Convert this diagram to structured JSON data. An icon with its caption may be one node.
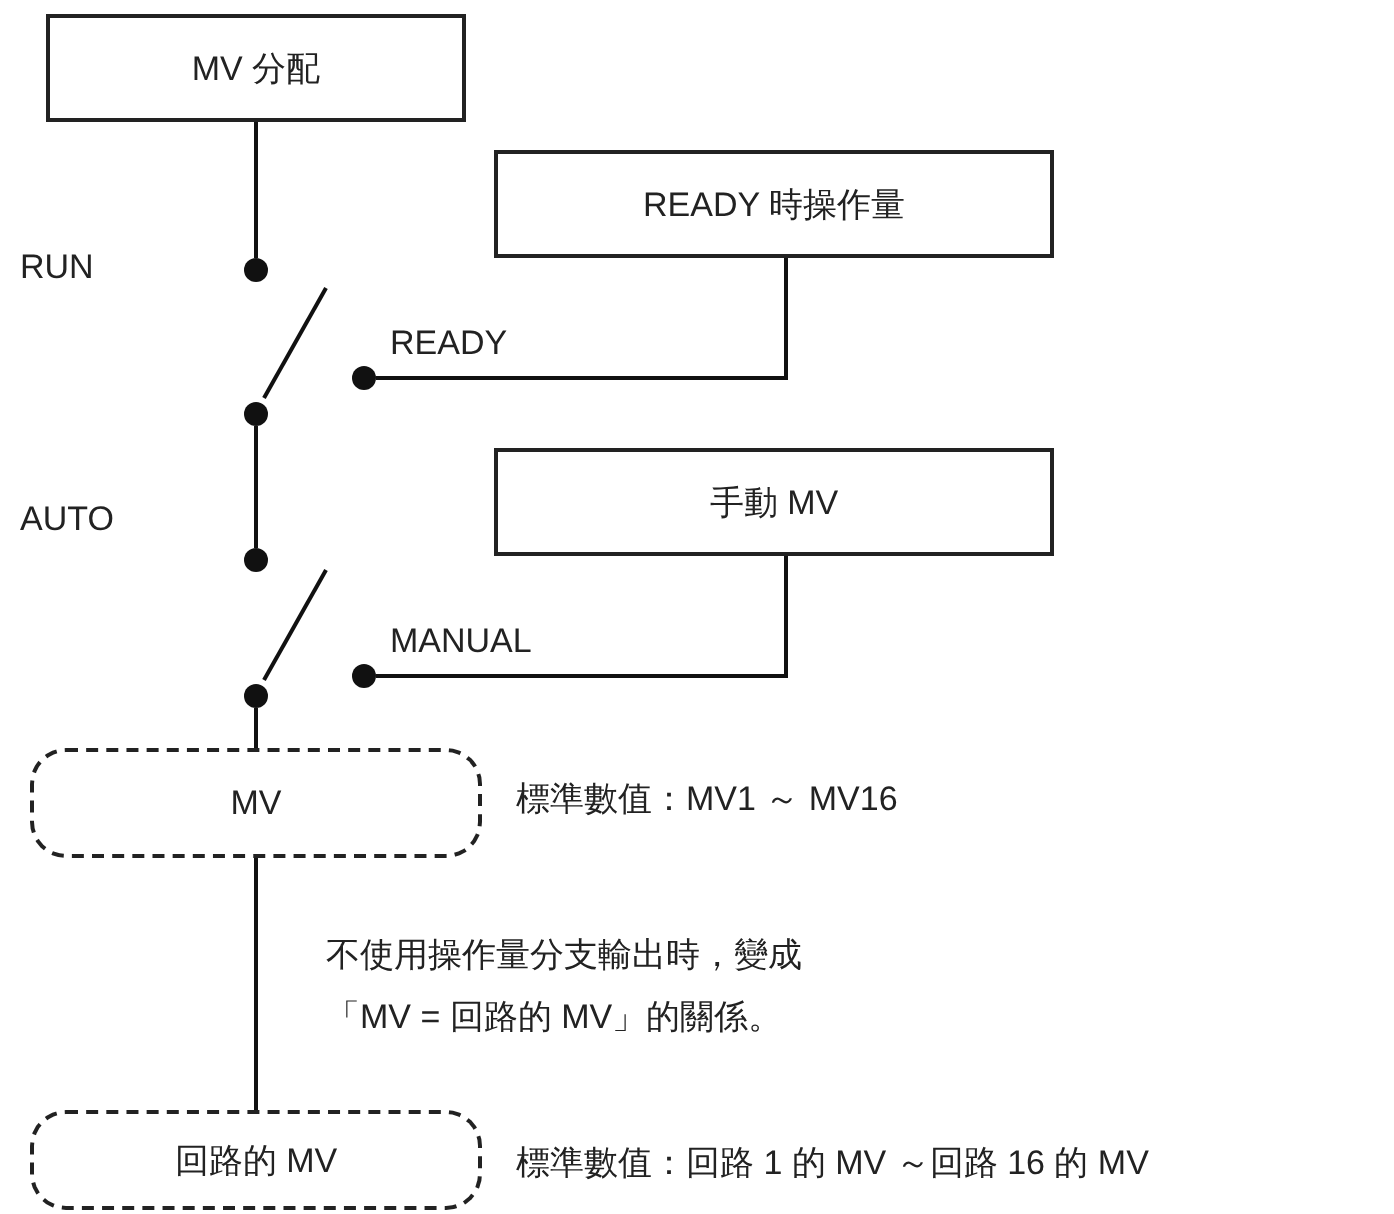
{
  "diagram": {
    "nodes": [
      {
        "text": [
          "MV 分配"
        ]
      },
      {
        "text": [
          "READY 時操作量"
        ]
      },
      {
        "text": [
          "手動 MV"
        ]
      },
      {
        "text": [
          "MV"
        ],
        "beside": [
          "標準數值：MV1 ～ MV16"
        ]
      },
      {
        "text": [
          "回路的 MV"
        ],
        "beside": [
          "標準數值：回路 1 的 MV ～回路 16 的 MV"
        ]
      },
      {
        "text": [],
        "shape": "circle"
      },
      {
        "text": [],
        "shape": "circle"
      },
      {
        "text": [],
        "shape": "circle"
      },
      {
        "text": [],
        "shape": "circle"
      },
      {
        "text": [],
        "shape": "circle"
      },
      {
        "text": [],
        "shape": "circle"
      }
    ],
    "edges": [
      {
        "from": 0,
        "to": 5,
        "arrow": "none"
      },
      {
        "from": 1,
        "to": 6,
        "arrow": "none"
      },
      {
        "from": 7,
        "to": 8,
        "arrow": "none"
      },
      {
        "from": 2,
        "to": 9,
        "arrow": "none"
      },
      {
        "from": 10,
        "to": 3,
        "arrow": "none"
      },
      {
        "from": 3,
        "to": 4,
        "arrow": "none"
      }
    ],
    "labels": [
      "RUN",
      "READY",
      "AUTO",
      "MANUAL",
      "不使用操作量分支輸出時，變成「MV = 回路的 MV」的關係。"
    ]
  }
}
